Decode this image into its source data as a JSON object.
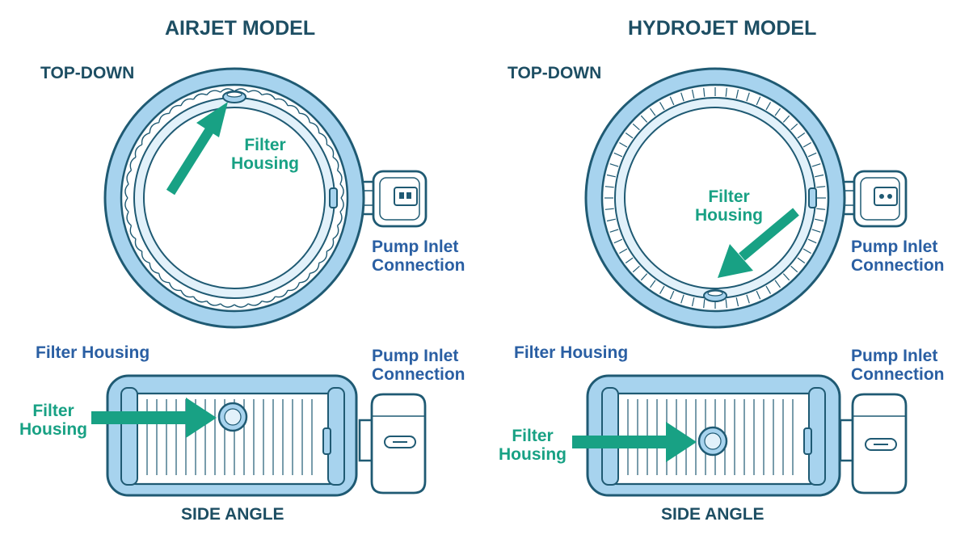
{
  "colors": {
    "ring_fill": "#a7d3ee",
    "outline": "#1f5a73",
    "inner_fill": "#ffffff",
    "inner_tint": "#e2f1fa",
    "arrow": "#18a184",
    "title_text": "#1d4e63",
    "callout_text": "#2a5fa3"
  },
  "panels": [
    {
      "title": "AIRJET MODEL",
      "top_view_label": "TOP-DOWN",
      "side_view_label": "SIDE ANGLE",
      "top_filter_label": "Filter\nHousing",
      "top_pump_label": "Pump Inlet\nConnection",
      "side_filter_label": "Filter Housing",
      "side_pump_label": "Pump Inlet\nConnection",
      "side_filter_arrow_label": "Filter\nHousing"
    },
    {
      "title": "HYDROJET MODEL",
      "top_view_label": "TOP-DOWN",
      "side_view_label": "SIDE ANGLE",
      "top_filter_label": "Filter\nHousing",
      "top_pump_label": "Pump Inlet\nConnection",
      "side_filter_label": "Filter Housing",
      "side_pump_label": "Pump Inlet\nConnection",
      "side_filter_arrow_label": "Filter\nHousing"
    }
  ],
  "icons": [
    "filter-housing-icon",
    "pump-icon",
    "pump-display-icon",
    "arrow-icon"
  ]
}
